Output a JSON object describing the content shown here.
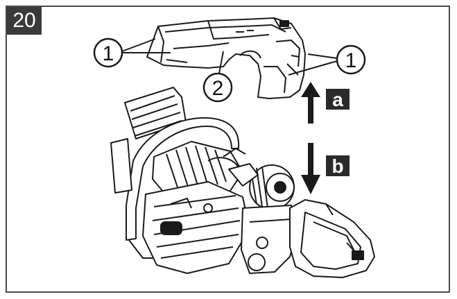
{
  "step_number": "20",
  "callouts": {
    "c1_left": "1",
    "c2": "2",
    "c1_right": "1"
  },
  "arrow_labels": {
    "up": "a",
    "down": "b"
  },
  "colors": {
    "badge_bg": "#3a3a3a",
    "badge_text": "#ffffff",
    "line": "#1a1a1a",
    "frame": "#4a4a4a"
  }
}
